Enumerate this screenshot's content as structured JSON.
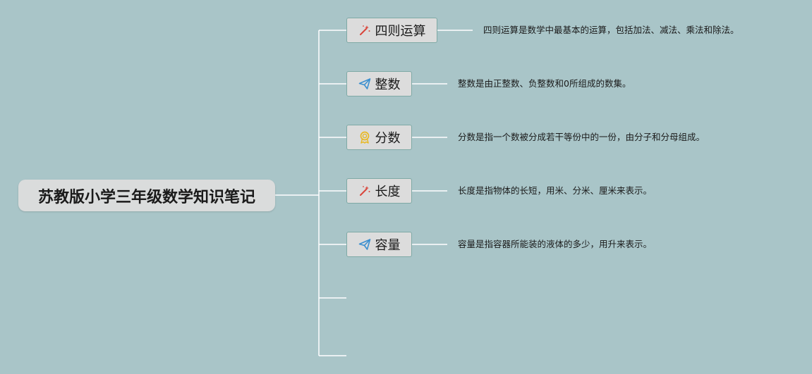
{
  "root": {
    "title": "苏教版小学三年级数学知识笔记"
  },
  "branches": [
    {
      "label": "四则运算",
      "icon": "magic-wand-icon",
      "description": "四则运算是数学中最基本的运算，包括加法、减法、乘法和除法。"
    },
    {
      "label": "整数",
      "icon": "paper-plane-icon",
      "description": "整数是由正整数、负整数和0所组成的数集。"
    },
    {
      "label": "分数",
      "icon": "award-ribbon-icon",
      "description": "分数是指一个数被分成若干等份中的一份，由分子和分母组成。"
    },
    {
      "label": "长度",
      "icon": "magic-wand-icon",
      "description": "长度是指物体的长短，用米、分米、厘米来表示。"
    },
    {
      "label": "容量",
      "icon": "paper-plane-icon",
      "description": "容量是指容器所能装的液体的多少，用升来表示。"
    }
  ],
  "colors": {
    "background": "#a9c5c8",
    "line": "#ffffff",
    "node_border": "#7ea9a5",
    "wand": "#d9443a",
    "plane": "#3a8fd0",
    "award": "#e8b824"
  }
}
